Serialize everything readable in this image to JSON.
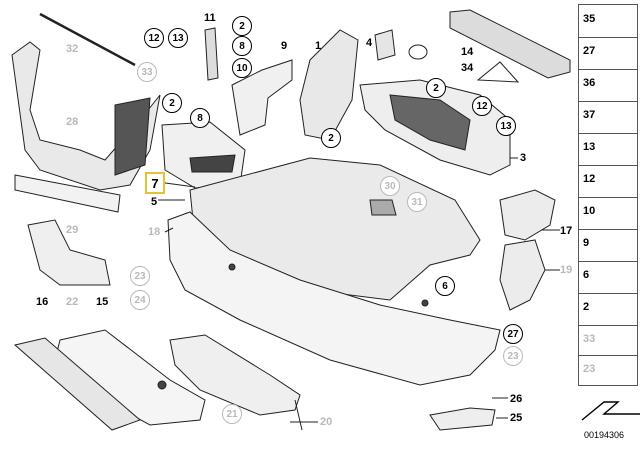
{
  "highlight_label": "7",
  "doc_id": "00194306",
  "labels": [
    "1",
    "2",
    "3",
    "4",
    "5",
    "6",
    "8",
    "9",
    "10",
    "11",
    "12",
    "13",
    "14",
    "15",
    "16",
    "17",
    "18",
    "19",
    "20",
    "21",
    "22",
    "23",
    "24",
    "25",
    "26",
    "27",
    "28",
    "29",
    "30",
    "31",
    "32",
    "33",
    "34"
  ],
  "label_positions_note": "",
  "sidebar_items": [
    {
      "number": "35",
      "grey": false
    },
    {
      "number": "27",
      "grey": false
    },
    {
      "number": "36",
      "grey": false
    },
    {
      "number": "37",
      "grey": false
    },
    {
      "number": "13",
      "grey": false
    },
    {
      "number": "12",
      "grey": false
    },
    {
      "number": "10",
      "grey": false
    },
    {
      "number": "9",
      "grey": false
    },
    {
      "number": "6",
      "grey": false
    },
    {
      "number": "2",
      "grey": false
    },
    {
      "number": "33",
      "grey": true
    },
    {
      "number": "23",
      "grey": true
    }
  ]
}
